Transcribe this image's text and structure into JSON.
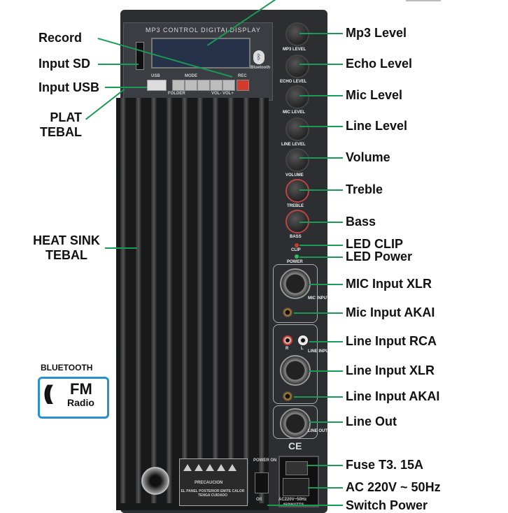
{
  "left_labels": {
    "record": "Record",
    "input_sd": "Input SD",
    "input_usb": "Input USB",
    "plat_tebal_1": "PLAT",
    "plat_tebal_2": "TEBAL",
    "heat_sink_1": "HEAT SINK",
    "heat_sink_2": "TEBAL"
  },
  "right_labels": [
    "Mp3 Level",
    "Echo Level",
    "Mic Level",
    "Line Level",
    "Volume",
    "Treble",
    "Bass",
    "LED CLIP",
    "LED Power",
    "MIC Input XLR",
    "Mic Input AKAI",
    "Line Input RCA",
    "Line Input XLR",
    "Line Input AKAI",
    "Line Out",
    "Fuse T3. 15A",
    "AC 220V ~ 50Hz",
    "Switch Power"
  ],
  "panel": {
    "mp3_title": "MP3 CONTROL DIGITALDISPLAY",
    "bluetooth_symbol": "ᛒ",
    "bluetooth_text": "Bluetooth",
    "usb_text": "USB",
    "mode_text": "MODE",
    "rec_text": "REC",
    "folder_text": "FOLDER",
    "vol_text": "VOL-  VOL+",
    "knob_labels": [
      "MP3 LEVEL",
      "ECHO LEVEL",
      "MIC LEVEL",
      "LINE LEVEL",
      "VOLUME",
      "TREBLE",
      "BASS"
    ],
    "clip_text": "CLIP",
    "power_text": "POWER",
    "mic_input_text": "MIC INPUT",
    "line_input_text": "LINE INPUT",
    "r_text": "R",
    "l_text": "L",
    "line_out_text": "LINE OUT",
    "ce_text": "CE",
    "power_on_text": "POWER ON",
    "precaucion_text": "PRECAUCION",
    "warning_text": "EL PANEL POSTERIOR EMITE CALOR TENGA CUIDADO",
    "ac_rating": "AC220V~50Hz",
    "watts": "450WATTS",
    "on_off": "O/I"
  },
  "fm_badge": {
    "bluetooth": "BLUETOOTH",
    "fm": "FM",
    "radio": "Radio",
    "waves": "(("
  },
  "colors": {
    "leader_line": "#1a9a55",
    "panel": "#2c2e32",
    "fm_border": "#2a8fd0",
    "rec_button": "#d23a2e"
  }
}
